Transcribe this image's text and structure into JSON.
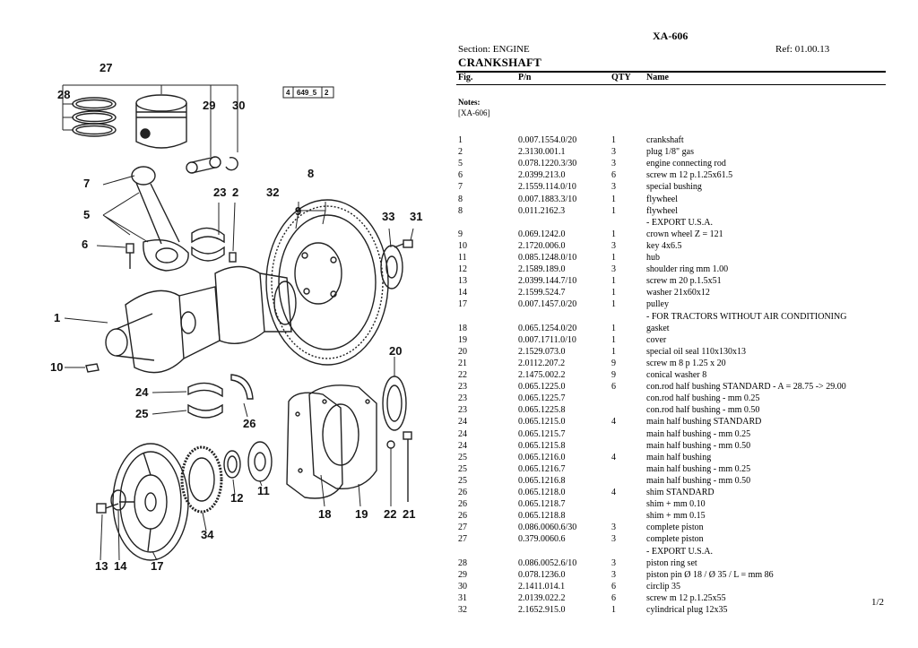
{
  "header": {
    "doc_title": "XA-606",
    "section": "Section: ENGINE",
    "ref": "Ref: 01.00.13",
    "part_title": "CRANKSHAFT"
  },
  "columns": {
    "fig": "Fig.",
    "pn": "P/n",
    "qty": "QTY",
    "name": "Name"
  },
  "notes": {
    "label": "Notes:",
    "text": "[XA-606]"
  },
  "diagram": {
    "ref_box": [
      "4",
      "649_5",
      "2"
    ],
    "callouts": [
      "27",
      "28",
      "29",
      "30",
      "7",
      "5",
      "6",
      "23",
      "2",
      "32",
      "8",
      "9",
      "33",
      "31",
      "1",
      "10",
      "20",
      "24",
      "25",
      "26",
      "12",
      "11",
      "18",
      "19",
      "22",
      "21",
      "13",
      "14",
      "17",
      "34"
    ]
  },
  "rows": [
    {
      "fig": "1",
      "pn": "0.007.1554.0/20",
      "qty": "1",
      "name": "crankshaft"
    },
    {
      "fig": "2",
      "pn": "2.3130.001.1",
      "qty": "3",
      "name": "plug 1/8\" gas"
    },
    {
      "fig": "5",
      "pn": "0.078.1220.3/30",
      "qty": "3",
      "name": "engine connecting rod"
    },
    {
      "fig": "6",
      "pn": "2.0399.213.0",
      "qty": "6",
      "name": "screw m 12 p.1.25x61.5"
    },
    {
      "fig": "7",
      "pn": "2.1559.114.0/10",
      "qty": "3",
      "name": "special bushing"
    },
    {
      "fig": "8",
      "pn": "0.007.1883.3/10",
      "qty": "1",
      "name": "flywheel"
    },
    {
      "fig": "8",
      "pn": "0.011.2162.3",
      "qty": "1",
      "name": "flywheel"
    },
    {
      "fig": "",
      "pn": "",
      "qty": "",
      "name": "- EXPORT U.S.A."
    },
    {
      "fig": "9",
      "pn": "0.069.1242.0",
      "qty": "1",
      "name": "crown wheel Z = 121"
    },
    {
      "fig": "10",
      "pn": "2.1720.006.0",
      "qty": "3",
      "name": "key 4x6.5"
    },
    {
      "fig": "11",
      "pn": "0.085.1248.0/10",
      "qty": "1",
      "name": "hub"
    },
    {
      "fig": "12",
      "pn": "2.1589.189.0",
      "qty": "3",
      "name": "shoulder ring mm 1.00"
    },
    {
      "fig": "13",
      "pn": "2.0399.144.7/10",
      "qty": "1",
      "name": "screw m 20 p.1.5x51"
    },
    {
      "fig": "14",
      "pn": "2.1599.524.7",
      "qty": "1",
      "name": "washer 21x60x12"
    },
    {
      "fig": "17",
      "pn": "0.007.1457.0/20",
      "qty": "1",
      "name": "pulley"
    },
    {
      "fig": "",
      "pn": "",
      "qty": "",
      "name": "- FOR TRACTORS WITHOUT AIR CONDITIONING"
    },
    {
      "fig": "18",
      "pn": "0.065.1254.0/20",
      "qty": "1",
      "name": "gasket"
    },
    {
      "fig": "19",
      "pn": "0.007.1711.0/10",
      "qty": "1",
      "name": "cover"
    },
    {
      "fig": "20",
      "pn": "2.1529.073.0",
      "qty": "1",
      "name": "special oil seal 110x130x13"
    },
    {
      "fig": "21",
      "pn": "2.0112.207.2",
      "qty": "9",
      "name": "screw m 8 p 1.25 x 20"
    },
    {
      "fig": "22",
      "pn": "2.1475.002.2",
      "qty": "9",
      "name": "conical washer 8"
    },
    {
      "fig": "23",
      "pn": "0.065.1225.0",
      "qty": "6",
      "name": "con.rod half bushing STANDARD - A = 28.75 -> 29.00"
    },
    {
      "fig": "23",
      "pn": "0.065.1225.7",
      "qty": "",
      "name": "con.rod half bushing - mm 0.25"
    },
    {
      "fig": "23",
      "pn": "0.065.1225.8",
      "qty": "",
      "name": "con.rod half bushing - mm 0.50"
    },
    {
      "fig": "24",
      "pn": "0.065.1215.0",
      "qty": "4",
      "name": "main half bushing STANDARD"
    },
    {
      "fig": "24",
      "pn": "0.065.1215.7",
      "qty": "",
      "name": "main half bushing - mm 0.25"
    },
    {
      "fig": "24",
      "pn": "0.065.1215.8",
      "qty": "",
      "name": "main half bushing - mm 0.50"
    },
    {
      "fig": "25",
      "pn": "0.065.1216.0",
      "qty": "4",
      "name": "main half bushing"
    },
    {
      "fig": "25",
      "pn": "0.065.1216.7",
      "qty": "",
      "name": "main half bushing - mm 0.25"
    },
    {
      "fig": "25",
      "pn": "0.065.1216.8",
      "qty": "",
      "name": "main half bushing - mm 0.50"
    },
    {
      "fig": "26",
      "pn": "0.065.1218.0",
      "qty": "4",
      "name": "shim STANDARD"
    },
    {
      "fig": "26",
      "pn": "0.065.1218.7",
      "qty": "",
      "name": "shim + mm 0.10"
    },
    {
      "fig": "26",
      "pn": "0.065.1218.8",
      "qty": "",
      "name": "shim + mm 0.15"
    },
    {
      "fig": "27",
      "pn": "0.086.0060.6/30",
      "qty": "3",
      "name": "complete piston"
    },
    {
      "fig": "27",
      "pn": "0.379.0060.6",
      "qty": "3",
      "name": "complete piston"
    },
    {
      "fig": "",
      "pn": "",
      "qty": "",
      "name": "- EXPORT U.S.A."
    },
    {
      "fig": "28",
      "pn": "0.086.0052.6/10",
      "qty": "3",
      "name": "piston ring set"
    },
    {
      "fig": "29",
      "pn": "0.078.1236.0",
      "qty": "3",
      "name": "piston pin Ø 18 / Ø 35 / L = mm 86"
    },
    {
      "fig": "30",
      "pn": "2.1411.014.1",
      "qty": "6",
      "name": "circlip 35"
    },
    {
      "fig": "31",
      "pn": "2.0139.022.2",
      "qty": "6",
      "name": "screw m 12 p.1.25x55"
    },
    {
      "fig": "32",
      "pn": "2.1652.915.0",
      "qty": "1",
      "name": "cylindrical plug 12x35"
    }
  ],
  "page_number": "1/2"
}
